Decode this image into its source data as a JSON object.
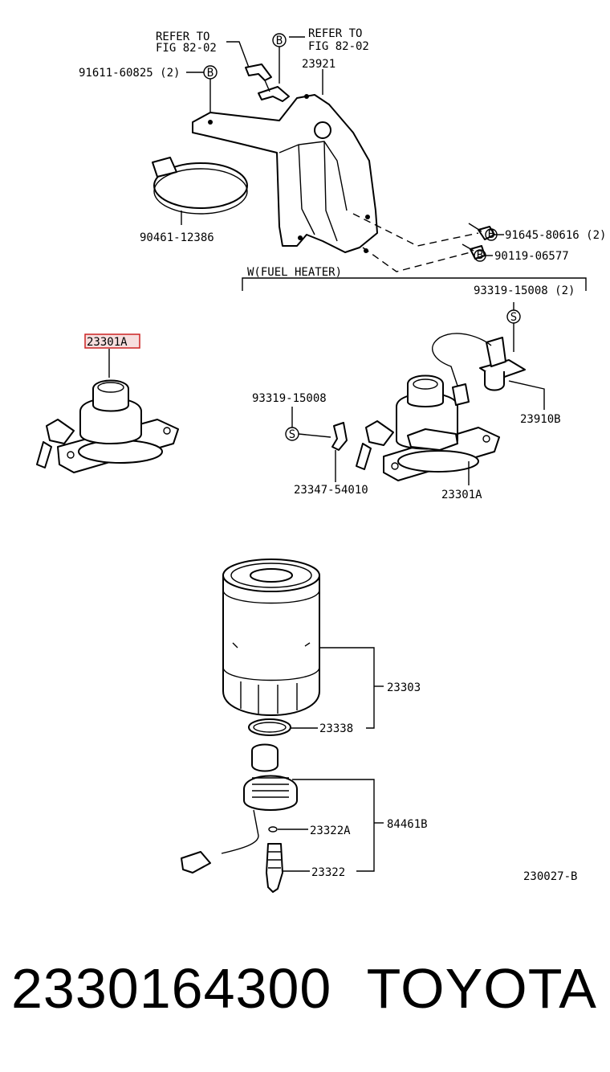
{
  "labels": {
    "refer_1_line1": "REFER TO",
    "refer_1_line2": "FIG 82-02",
    "refer_2_line1": "REFER TO",
    "refer_2_line2": "FIG 82-02",
    "bolt_91611": "91611-60825 (2)",
    "bracket_23921": "23921",
    "band_90461": "90461-12386",
    "bolt_91645": "91645-80616 (2)",
    "bolt_90119": "90119-06577",
    "fuel_heater": "W(FUEL HEATER)",
    "screw_93319_2": "93319-15008 (2)",
    "housing_23301A_highlighted": "23301A",
    "screw_93319": "93319-15008",
    "heater_23910B": "23910B",
    "clip_23347": "23347-54010",
    "housing_23301A": "23301A",
    "filter_23303": "23303",
    "ring_23338": "23338",
    "oring_23322A": "23322A",
    "sensor_84461B": "84461B",
    "sensor_23322": "23322",
    "figure_code": "230027-B",
    "marker_b": "B",
    "marker_s": "S"
  },
  "footer": {
    "part_number": "2330164300",
    "brand": "TOYOTA"
  },
  "colors": {
    "highlight_border": "#cc2222",
    "highlight_fill": "#f6dede",
    "ink": "#000000"
  }
}
